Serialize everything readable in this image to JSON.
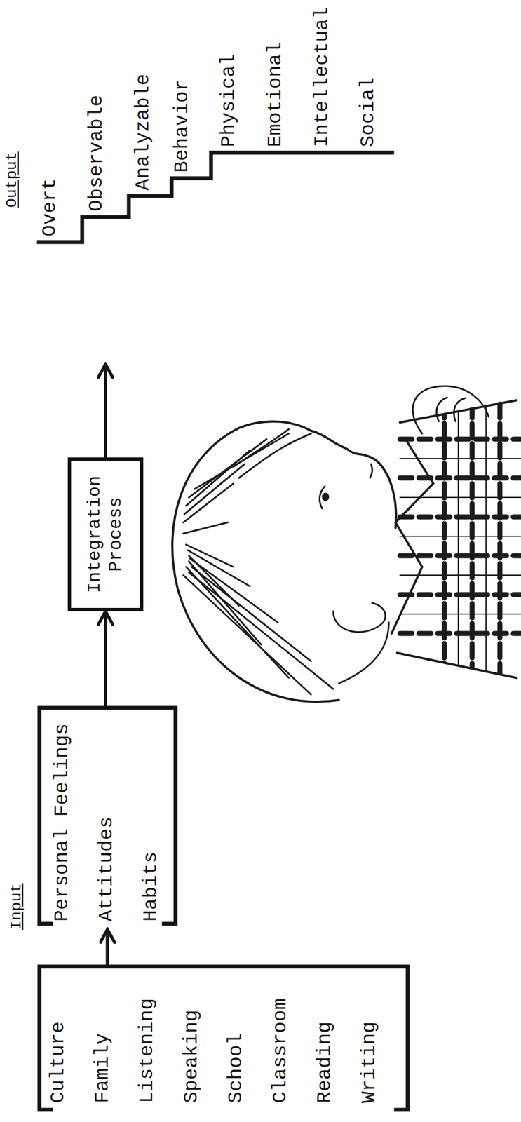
{
  "diagram": {
    "nodes": [
      {
        "text": [
          "Culture",
          "Family",
          "Listening",
          "Speaking",
          "School",
          "Classroom",
          "Reading",
          "Writing"
        ]
      },
      {
        "text": [
          "Personal Feelings",
          "Attitudes",
          "Habits"
        ]
      },
      {
        "text": [
          "Integration Process"
        ]
      },
      {
        "text": [
          "Overt",
          "Observable",
          "Analyzable",
          "Behavior",
          "Physical",
          "Emotional",
          "Intellectual",
          "Social"
        ]
      }
    ],
    "edges": [
      {
        "from": 0,
        "to": 1,
        "arrow": "to"
      },
      {
        "from": 1,
        "to": 2,
        "arrow": "to"
      },
      {
        "from": 2,
        "to": 3,
        "arrow": "to"
      }
    ],
    "labels": [
      "Input",
      "Output"
    ]
  }
}
